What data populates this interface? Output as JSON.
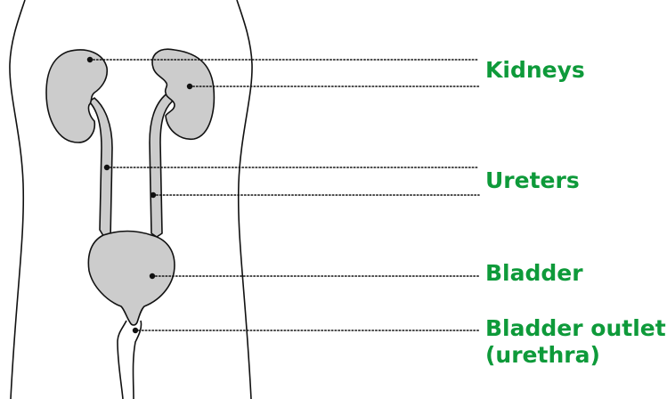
{
  "labels": {
    "kidneys": "Kidneys",
    "ureters": "Ureters",
    "bladder": "Bladder",
    "bladder_outlet_line1": "Bladder outlet",
    "bladder_outlet_line2": "(urethra)"
  },
  "colors": {
    "label": "#0e9a3a",
    "organ_fill": "#cccccc",
    "outline": "#111111",
    "leader": "#111111"
  }
}
